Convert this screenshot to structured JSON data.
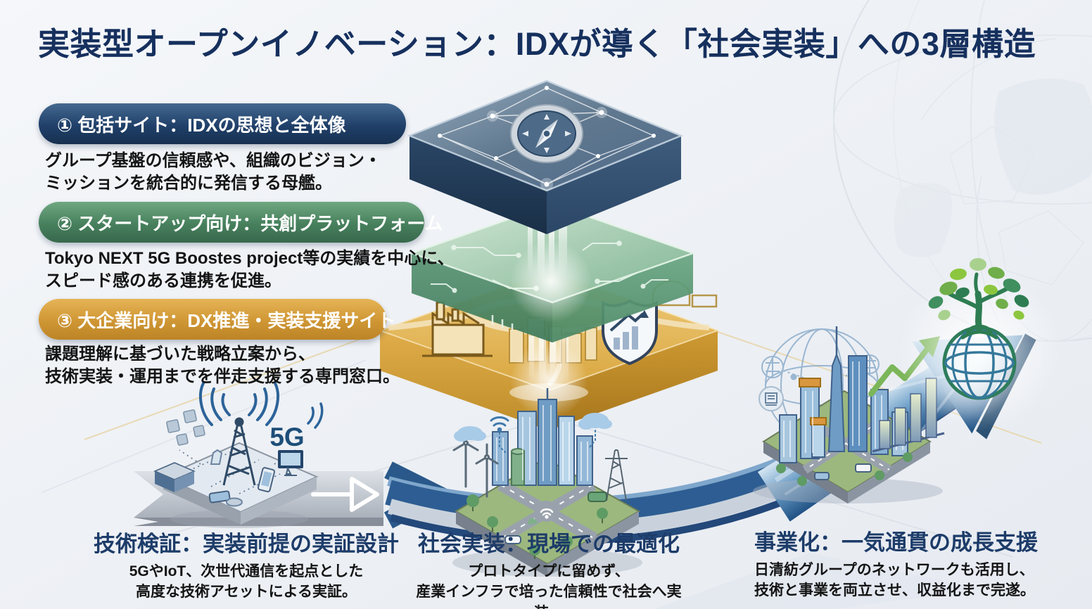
{
  "title": "実装型オープンイノベーション：IDXが導く「社会実装」への3層構造",
  "sections": [
    {
      "label": "① 包括サイト：IDXの思想と全体像",
      "desc": "グループ基盤の信頼感や、組織のビジョン・\nミッションを統合的に発信する母艦。",
      "color": "#1c3a5d"
    },
    {
      "label": "② スタートアップ向け：共創プラットフォーム",
      "desc": "Tokyo NEXT 5G Boostes project等の実績を中心に、\nスピード感のある連携を促進。",
      "color": "#3f7a58"
    },
    {
      "label": "③ 大企業向け：DX推進・実装支援サイト",
      "desc": "課題理解に基づいた戦略立案から、\n技術実装・運用までを伴走支援する専門窓口。",
      "color": "#c98f2e"
    }
  ],
  "stages": [
    {
      "title": "技術検証：実装前提の実証設計",
      "desc": "5GやIoT、次世代通信を起点とした\n高度な技術アセットによる実証。"
    },
    {
      "title": "社会実装：現場での最適化",
      "desc": "プロトタイプに留めず、\n産業インフラで培った信頼性で社会へ実装。"
    },
    {
      "title": "事業化：一気通貫の成長支援",
      "desc": "日清紡グループのネットワークも活用し、\n技術と事業を両立させ、収益化まで完遂。"
    }
  ],
  "labels": {
    "five_g": "5G"
  },
  "colors": {
    "title_navy": "#16305e",
    "layer1_blue": "#1c3a5d",
    "layer2_green": "#3f7a58",
    "layer3_gold": "#c98f2e",
    "flow_blue": "#2d5d92",
    "growth_green": "#7cb65a",
    "background": "#eef1f5"
  }
}
